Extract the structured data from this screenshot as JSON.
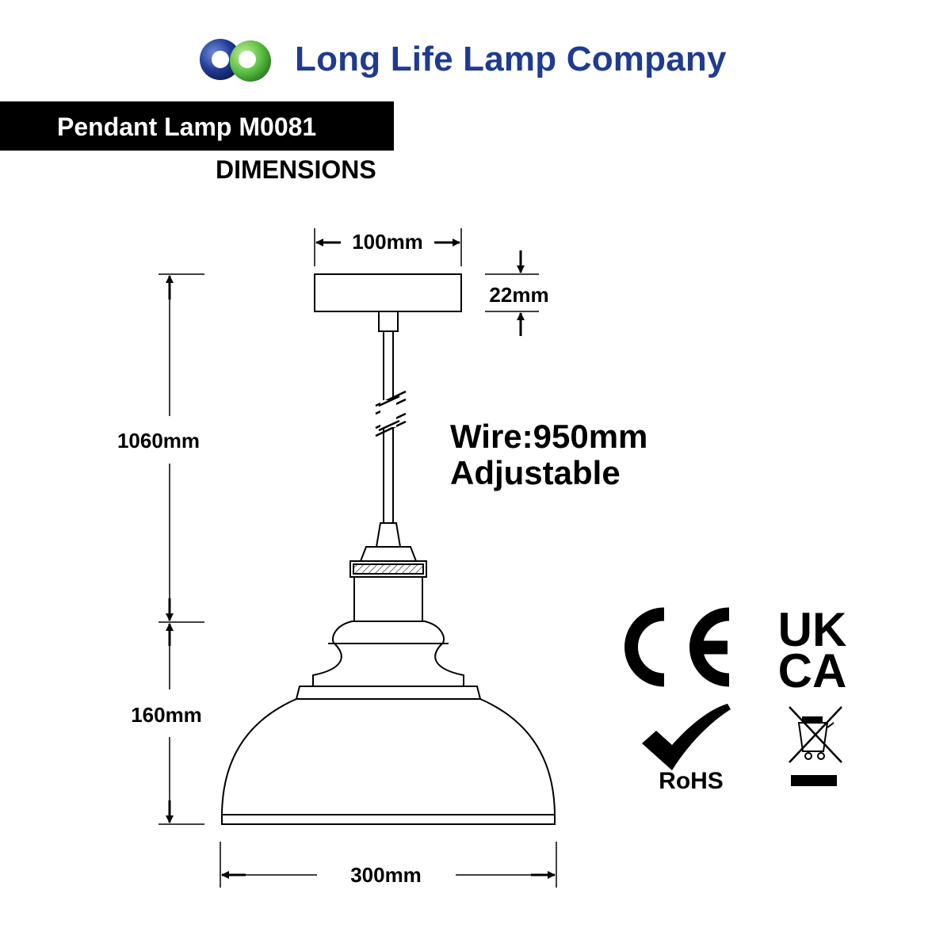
{
  "header": {
    "company_name": "Long Life Lamp Company",
    "logo_icon": "company-logo-icon",
    "colors": {
      "brand_blue": "#1f3b91",
      "brand_green": "#5cc043"
    }
  },
  "product": {
    "title": "Pendant Lamp M0081",
    "section": "DIMENSIONS"
  },
  "dimensions": {
    "canopy_width": "100mm",
    "canopy_height": "22mm",
    "total_length": "1060mm",
    "shade_height": "160mm",
    "shade_width": "300mm"
  },
  "wire": {
    "line1": "Wire:950mm",
    "line2": "Adjustable"
  },
  "certifications": {
    "ce": "CE",
    "ukca_line1": "UK",
    "ukca_line2": "CA",
    "rohs": "RoHS",
    "weee_icon": "crossed-out-bin-icon"
  }
}
